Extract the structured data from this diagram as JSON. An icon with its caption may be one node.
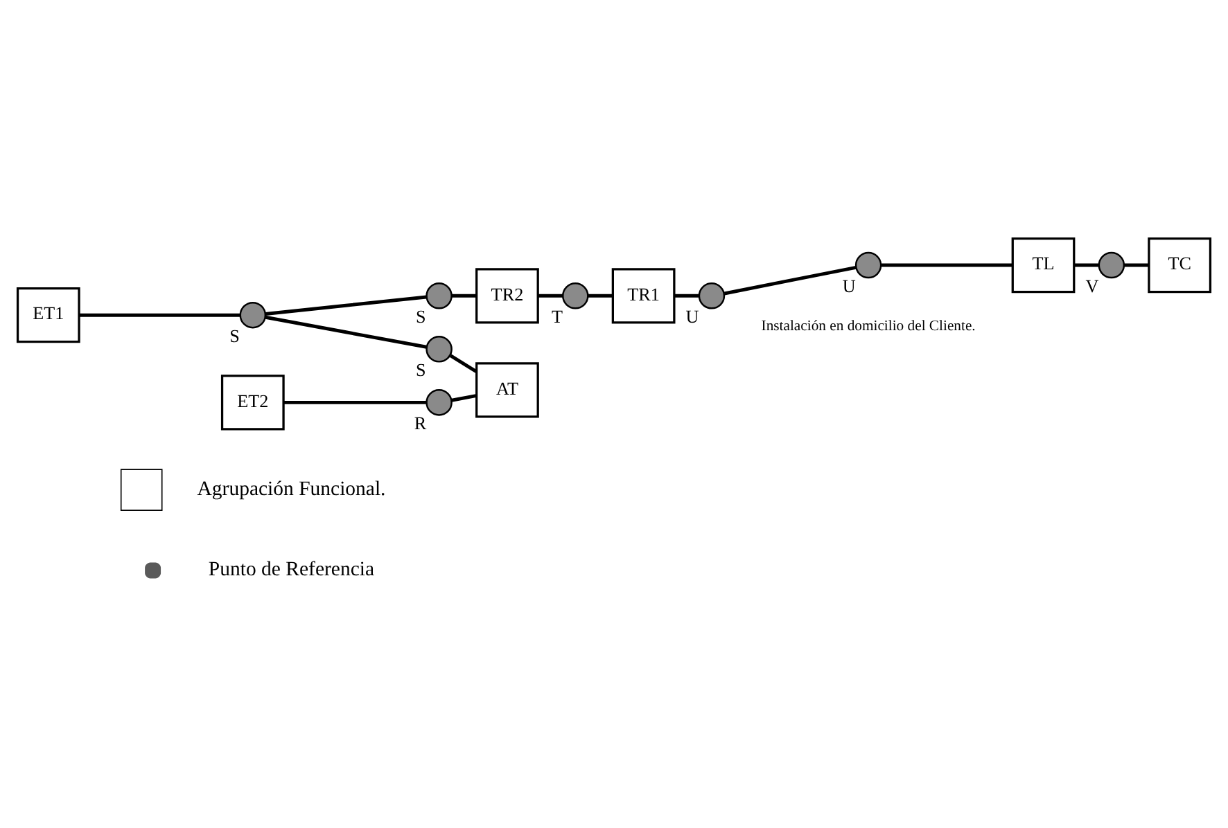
{
  "diagram": {
    "nodes": [
      {
        "text": [
          "ET1"
        ]
      },
      {
        "text": [],
        "shape": "circle",
        "beside": [
          "S"
        ]
      },
      {
        "text": [],
        "shape": "circle",
        "beside": [
          "S"
        ]
      },
      {
        "text": [
          "TR2"
        ]
      },
      {
        "text": [],
        "shape": "circle",
        "beside": [
          "T"
        ]
      },
      {
        "text": [
          "TR1"
        ]
      },
      {
        "text": [],
        "shape": "circle",
        "beside": [
          "U"
        ]
      },
      {
        "text": [],
        "shape": "circle",
        "beside": [
          "U"
        ]
      },
      {
        "text": [
          "TL"
        ]
      },
      {
        "text": [],
        "shape": "circle",
        "beside": [
          "V"
        ]
      },
      {
        "text": [
          "TC"
        ]
      },
      {
        "text": [],
        "shape": "circle",
        "beside": [
          "S"
        ]
      },
      {
        "text": [
          "ET2"
        ]
      },
      {
        "text": [],
        "shape": "circle",
        "beside": [
          "R"
        ]
      },
      {
        "text": [
          "AT"
        ]
      }
    ],
    "edges": [
      {
        "from": 0,
        "to": 1,
        "arrow": "none"
      },
      {
        "from": 1,
        "to": 2,
        "arrow": "none"
      },
      {
        "from": 1,
        "to": 11,
        "arrow": "none"
      },
      {
        "from": 2,
        "to": 3,
        "arrow": "none"
      },
      {
        "from": 3,
        "to": 4,
        "arrow": "none"
      },
      {
        "from": 4,
        "to": 5,
        "arrow": "none"
      },
      {
        "from": 5,
        "to": 6,
        "arrow": "none"
      },
      {
        "from": 6,
        "to": 7,
        "arrow": "none"
      },
      {
        "from": 7,
        "to": 8,
        "arrow": "none"
      },
      {
        "from": 8,
        "to": 9,
        "arrow": "none"
      },
      {
        "from": 9,
        "to": 10,
        "arrow": "none"
      },
      {
        "from": 11,
        "to": 14,
        "arrow": "none"
      },
      {
        "from": 12,
        "to": 13,
        "arrow": "none"
      },
      {
        "from": 13,
        "to": 14,
        "arrow": "none"
      }
    ],
    "labels": [
      "Instalación en domicilio del Cliente."
    ],
    "legend": [
      {
        "text": "Agrupación Funcional."
      },
      {
        "text": "Punto de Referencia"
      }
    ]
  }
}
